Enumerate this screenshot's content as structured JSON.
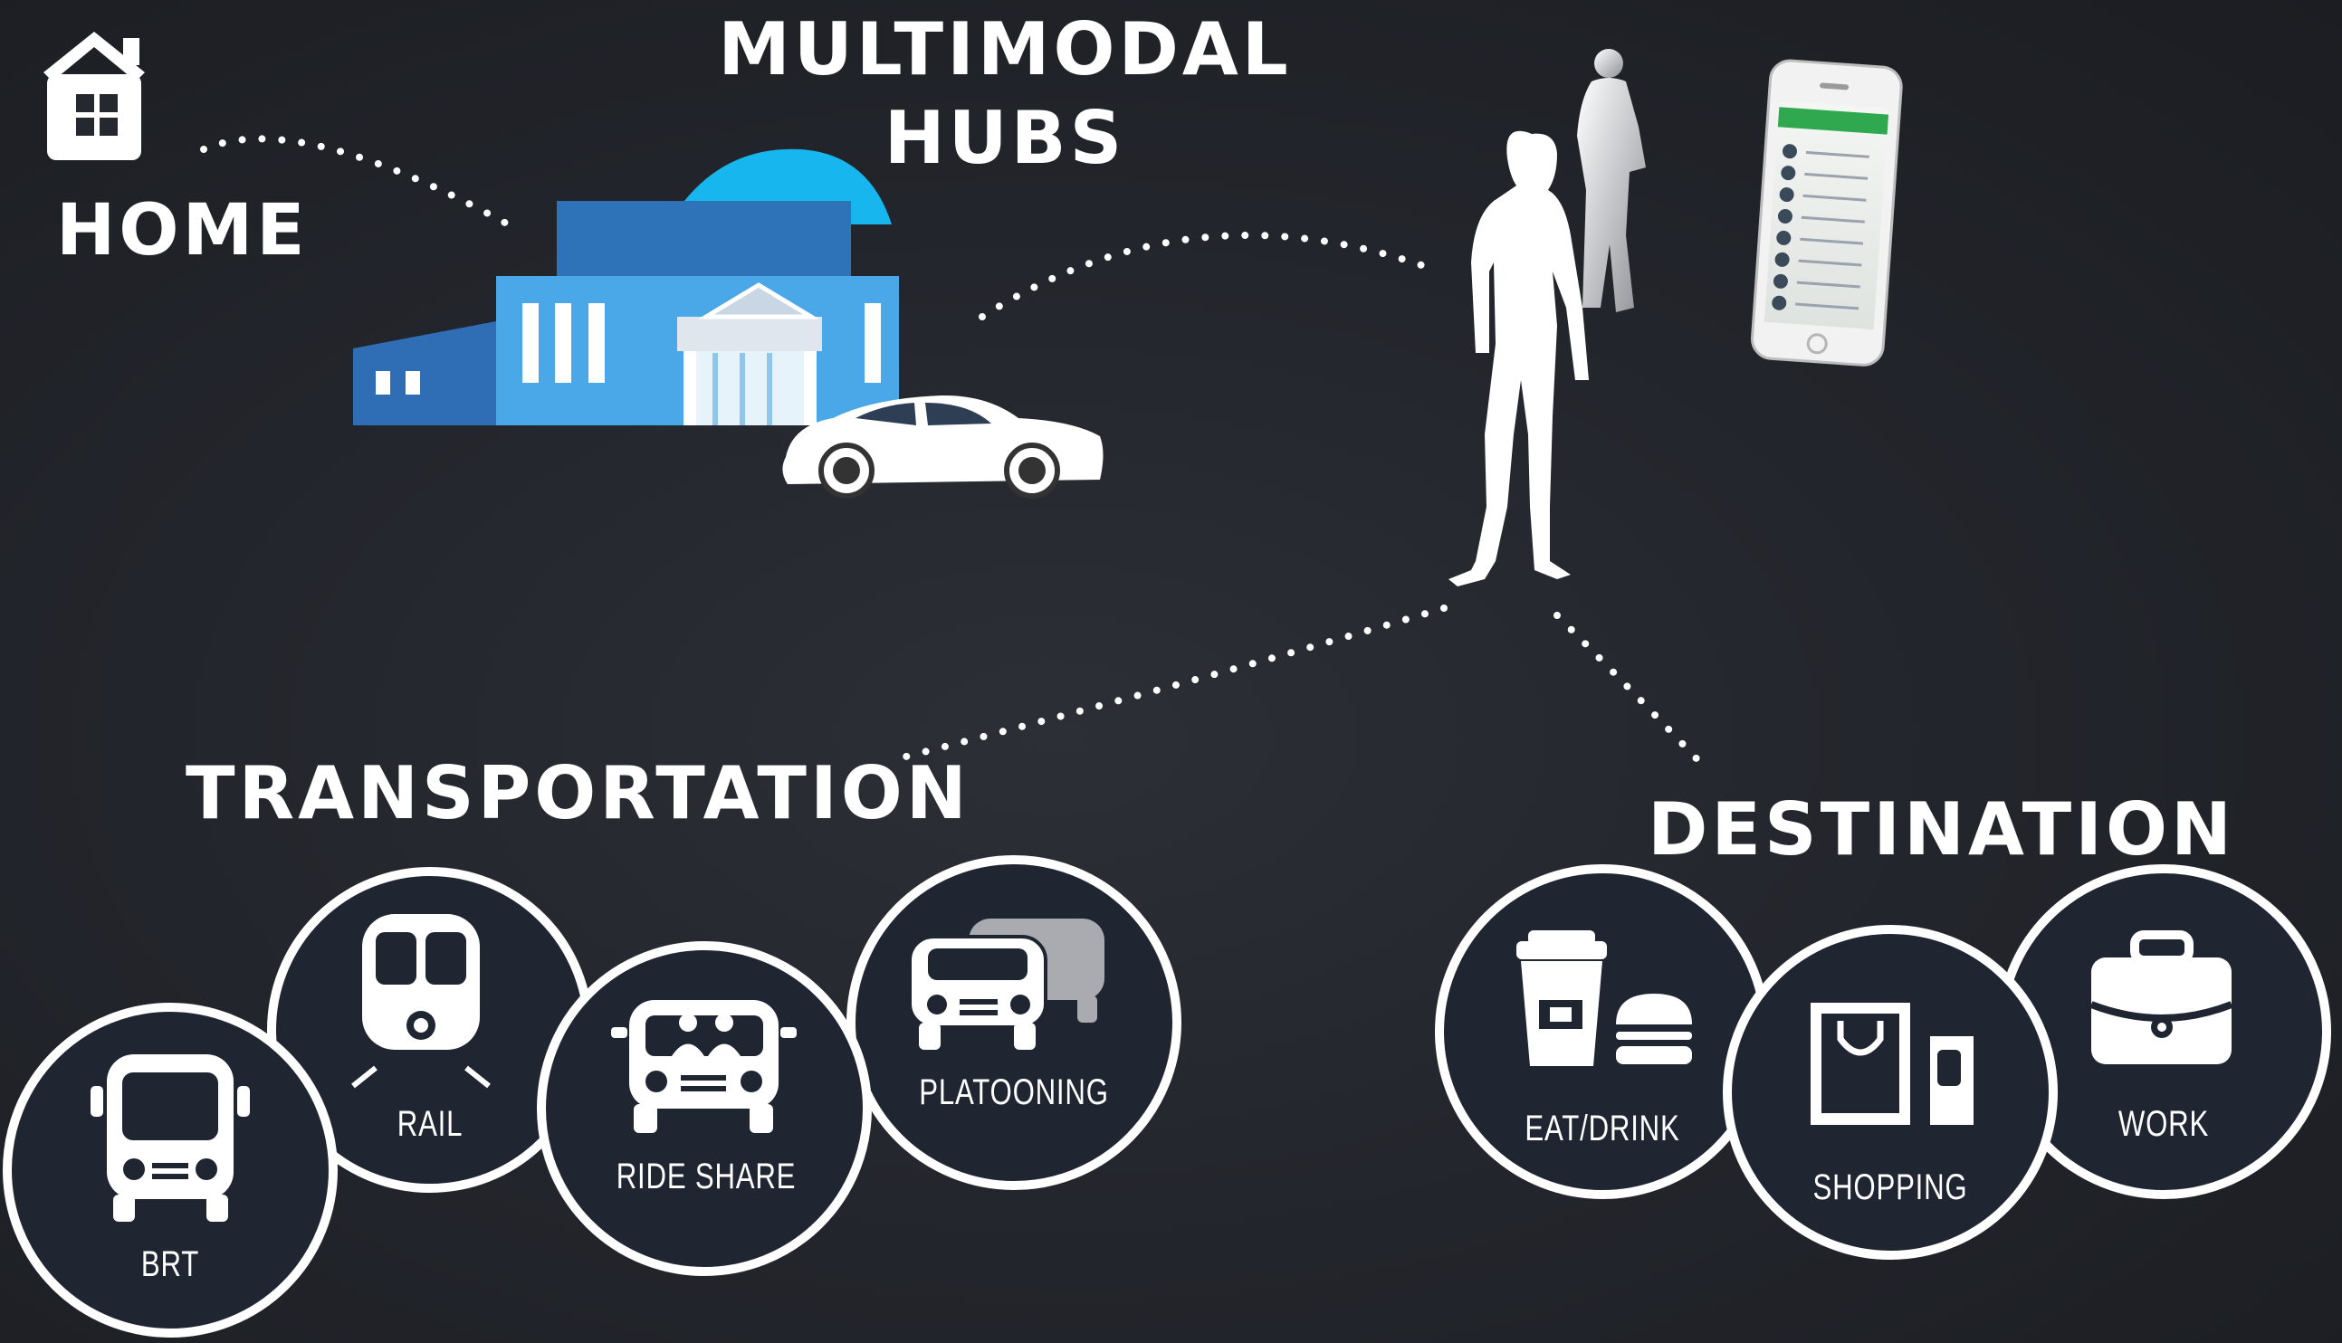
{
  "labels": {
    "home": "HOME",
    "hubs_line1": "MULTIMODAL",
    "hubs_line2": "HUBS",
    "transportation": "TRANSPORTATION",
    "destination": "DESTINATION"
  },
  "transportation_modes": [
    {
      "label": "BRT",
      "icon": "bus-icon"
    },
    {
      "label": "RAIL",
      "icon": "train-icon"
    },
    {
      "label": "RIDE SHARE",
      "icon": "rideshare-car-icon"
    },
    {
      "label": "PLATOONING",
      "icon": "platooning-cars-icon"
    }
  ],
  "destinations": [
    {
      "label": "EAT/DRINK",
      "icon": "coffee-burger-icon"
    },
    {
      "label": "SHOPPING",
      "icon": "shopping-bag-icon"
    },
    {
      "label": "WORK",
      "icon": "briefcase-icon"
    }
  ],
  "colors": {
    "background": "#23262c",
    "circle_fill": "#1f2632",
    "circle_border": "#ffffff",
    "building_light": "#4aa7e8",
    "building_dark": "#2f6db5",
    "dome": "#18b6ee",
    "phone_accent": "#2fa84f"
  }
}
